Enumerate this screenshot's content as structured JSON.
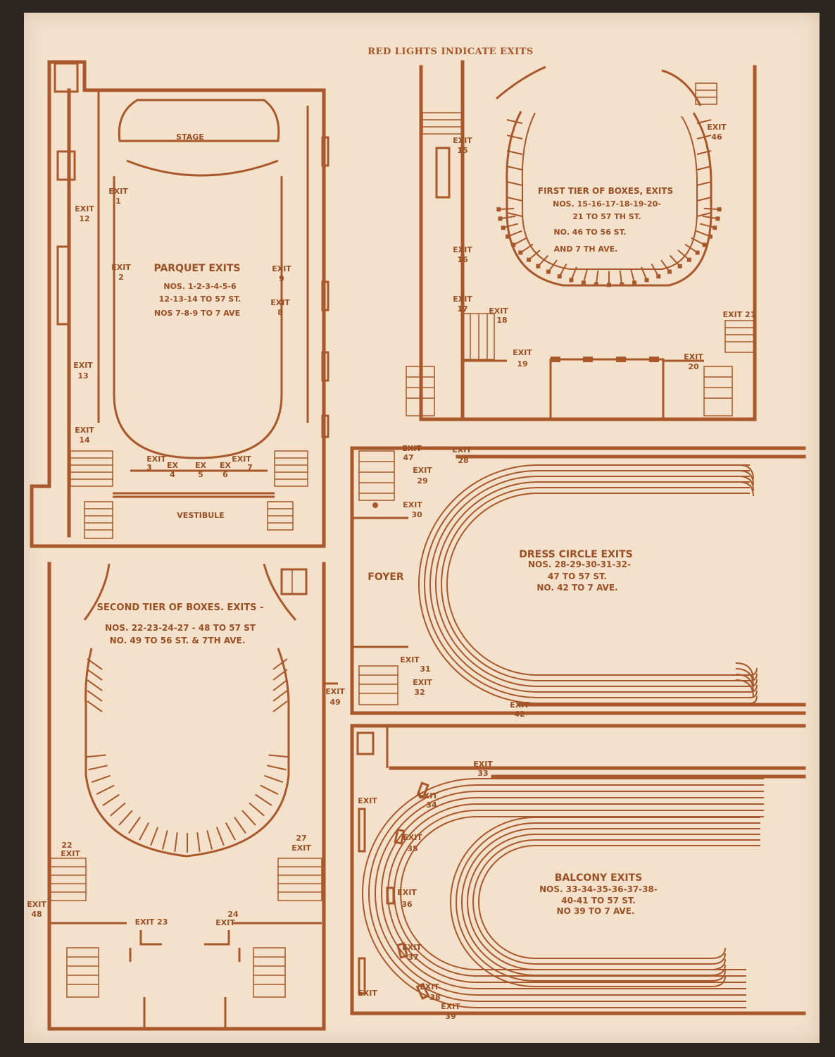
{
  "header": "RED LIGHTS INDICATE EXITS",
  "parquet": {
    "stage": "STAGE",
    "vestibule": "VESTIBULE",
    "title": "PARQUET EXITS",
    "line1": "NOS. 1-2-3-4-5-6",
    "line2": "12-13-14 TO 57 ST.",
    "line3": "NOS 7-8-9 TO 7 AVE",
    "exits": {
      "e1": [
        "EXIT",
        "1"
      ],
      "e2": [
        "EXIT",
        "2"
      ],
      "e3": [
        "EXIT",
        "3"
      ],
      "e4": [
        "EX",
        "4"
      ],
      "e5": [
        "EX",
        "5"
      ],
      "e6": [
        "EX",
        "6"
      ],
      "e7": [
        "EXIT",
        "7"
      ],
      "e8": [
        "EXIT",
        "8"
      ],
      "e9": [
        "EXIT",
        "9"
      ],
      "e12": [
        "EXIT",
        "12"
      ],
      "e13": [
        "EXIT",
        "13"
      ],
      "e14": [
        "EXIT",
        "14"
      ]
    }
  },
  "first_tier": {
    "line1": "FIRST TIER OF BOXES, EXITS",
    "line2": "NOS. 15-16-17-18-19-20-",
    "line3": "21 TO 57 TH ST.",
    "line4": "NO. 46 TO 56 ST.",
    "line5": "AND 7 TH AVE.",
    "exits": {
      "e15": [
        "EXIT",
        "15"
      ],
      "e16": [
        "EXIT",
        "16"
      ],
      "e17": [
        "EXIT",
        "17"
      ],
      "e18": [
        "EXIT",
        "18"
      ],
      "e19": [
        "EXIT",
        "19"
      ],
      "e20": [
        "EXIT",
        "20"
      ],
      "e21": "EXIT 21",
      "e46": [
        "EXIT",
        "46"
      ]
    }
  },
  "dress_circle": {
    "foyer": "FOYER",
    "line1": "DRESS CIRCLE EXITS",
    "line2": "NOS. 28-29-30-31-32-",
    "line3": "47 TO 57 ST.",
    "line4": "NO. 42 TO 7 AVE.",
    "exits": {
      "e47": [
        "EXIT",
        "47"
      ],
      "e28": [
        "EXIT",
        "28"
      ],
      "e29": [
        "EXIT",
        "29"
      ],
      "e30": [
        "EXIT",
        "30"
      ],
      "e31": [
        "EXIT",
        "31"
      ],
      "e32": [
        "EXIT",
        "32"
      ],
      "e42": [
        "EXIT",
        "42"
      ]
    }
  },
  "second_tier": {
    "line1": "SECOND TIER OF BOXES. EXITS -",
    "line2": "NOS. 22-23-24-27 - 48 TO 57 ST",
    "line3": "NO. 49 TO 56 ST. & 7TH AVE.",
    "exits": {
      "e22": [
        "22",
        "EXIT"
      ],
      "e27": [
        "27",
        "EXIT"
      ],
      "e48": [
        "EXIT",
        "48"
      ],
      "e49": [
        "EXIT",
        "49"
      ],
      "e23": "EXIT 23",
      "e24": [
        "24",
        "EXIT"
      ]
    }
  },
  "balcony": {
    "line1": "BALCONY EXITS",
    "line2": "NOS. 33-34-35-36-37-38-",
    "line3": "40-41 TO 57 ST.",
    "line4": "NO 39 TO 7 AVE.",
    "exits": {
      "e33": [
        "EXIT",
        "33"
      ],
      "e34": [
        "EXIT",
        "34"
      ],
      "e35": [
        "EXIT",
        "35"
      ],
      "e36": [
        "EXIT",
        "36"
      ],
      "e37": [
        "EXIT",
        "37"
      ],
      "e38": [
        "EXIT",
        "38"
      ],
      "e39": [
        "EXIT",
        "39"
      ],
      "eL1": "EXIT",
      "eL2": "EXIT"
    }
  }
}
